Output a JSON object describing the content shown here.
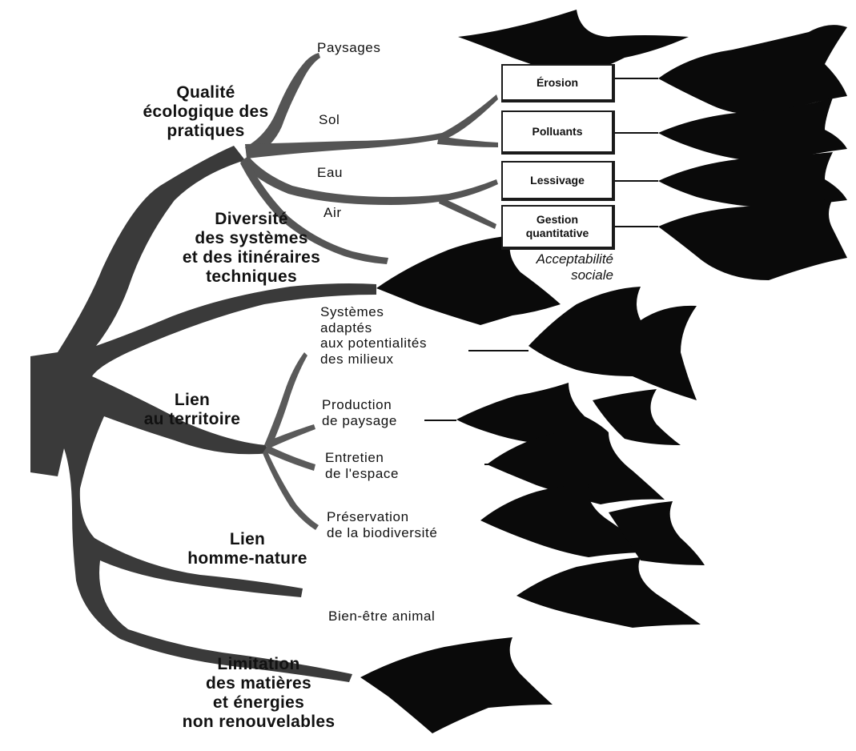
{
  "diagram": {
    "root_branches": [
      "Qualité\nécologique des\npratiques",
      "Diversité\ndes systèmes\net des itinéraires\ntechniques",
      "Lien\nau territoire",
      "Lien\nhomme-nature",
      "Limitation\ndes matières\net énergies\nnon renouvelables"
    ],
    "ecological_subbranches": [
      "Paysages",
      "Sol",
      "Eau",
      "Air"
    ],
    "impact_boxes": [
      "Érosion",
      "Polluants",
      "Lessivage",
      "Gestion\nquantitative"
    ],
    "social_acceptability": "Acceptabilité\nsociale",
    "territory_subbranches": [
      "Systèmes\nadaptés\naux potentialités\ndes milieux",
      "Production\nde paysage",
      "Entretien\nde l'espace",
      "Préservation\nde la biodiversité"
    ],
    "animal_welfare": "Bien-être animal"
  },
  "colors": {
    "trunk": "#3a3a3a",
    "branch": "#5a5a5a",
    "leaf": "#0a0a0a",
    "background": "#ffffff"
  }
}
